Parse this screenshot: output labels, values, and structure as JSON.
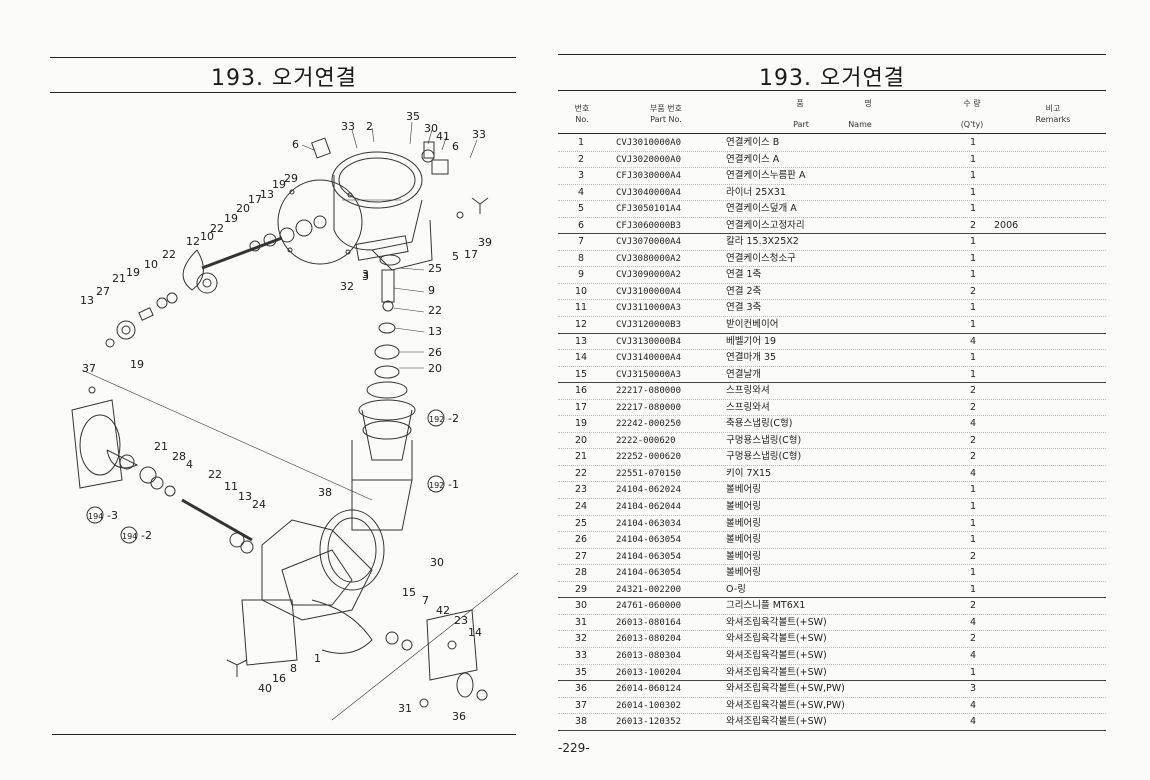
{
  "left_page": {
    "title": "193. 오거연결",
    "callouts": [
      "33",
      "2",
      "35",
      "30",
      "41",
      "33",
      "6",
      "6",
      "13",
      "19",
      "29",
      "17",
      "20",
      "19",
      "22",
      "10",
      "12",
      "22",
      "10",
      "21",
      "19",
      "27",
      "13",
      "19",
      "37",
      "21",
      "28",
      "4",
      "22",
      "11",
      "13",
      "24",
      "38",
      "3",
      "25",
      "9",
      "22",
      "13",
      "26",
      "20",
      "5",
      "17",
      "39",
      "32",
      "3",
      "30",
      "15",
      "7",
      "42",
      "23",
      "14",
      "1",
      "8",
      "16",
      "40",
      "31",
      "36"
    ],
    "ref_labels": [
      {
        "circle": "192",
        "suffix": "-2"
      },
      {
        "circle": "192",
        "suffix": "-1"
      },
      {
        "circle": "194",
        "suffix": "-3"
      },
      {
        "circle": "194",
        "suffix": "-2"
      }
    ]
  },
  "right_page": {
    "title": "193. 오거연결",
    "headers": {
      "no_ko": "번호",
      "no_en": "No.",
      "pn_ko": "부품 번호",
      "pn_en": "Part  No.",
      "part_ko": "품",
      "name_ko": "명",
      "part_en": "Part",
      "name_en": "Name",
      "qty_ko": "수 량",
      "qty_en": "(Q'ty)",
      "remarks_ko": "비고",
      "remarks_en": "Remarks"
    },
    "rows": [
      {
        "no": "1",
        "pn": "CVJ3010000A0",
        "name": "연결케이스 B",
        "qty": "1",
        "remarks": ""
      },
      {
        "no": "2",
        "pn": "CVJ3020000A0",
        "name": "연결케이스 A",
        "qty": "1",
        "remarks": ""
      },
      {
        "no": "3",
        "pn": "CFJ3030000A4",
        "name": "연결케이스누름판 A",
        "qty": "1",
        "remarks": ""
      },
      {
        "no": "4",
        "pn": "CVJ3040000A4",
        "name": "라이너 25X31",
        "qty": "1",
        "remarks": ""
      },
      {
        "no": "5",
        "pn": "CFJ3050101A4",
        "name": "연결케이스덮개 A",
        "qty": "1",
        "remarks": ""
      },
      {
        "no": "6",
        "pn": "CFJ3060000B3",
        "name": "연결케이스고정자리",
        "qty": "2",
        "remarks": "2006"
      },
      {
        "no": "7",
        "pn": "CVJ3070000A4",
        "name": "칼라 15.3X25X2",
        "qty": "1",
        "remarks": ""
      },
      {
        "no": "8",
        "pn": "CVJ3080000A2",
        "name": "연결케이스청소구",
        "qty": "1",
        "remarks": ""
      },
      {
        "no": "9",
        "pn": "CVJ3090000A2",
        "name": "연결 1축",
        "qty": "1",
        "remarks": ""
      },
      {
        "no": "10",
        "pn": "CVJ3100000A4",
        "name": "연결 2축",
        "qty": "2",
        "remarks": ""
      },
      {
        "no": "11",
        "pn": "CVJ3110000A3",
        "name": "연결 3축",
        "qty": "1",
        "remarks": ""
      },
      {
        "no": "12",
        "pn": "CVJ3120000B3",
        "name": "받이컨베이어",
        "qty": "1",
        "remarks": ""
      },
      {
        "no": "13",
        "pn": "CVJ3130000B4",
        "name": "베벨기어 19",
        "qty": "4",
        "remarks": ""
      },
      {
        "no": "14",
        "pn": "CVJ3140000A4",
        "name": "연결마개 35",
        "qty": "1",
        "remarks": ""
      },
      {
        "no": "15",
        "pn": "CVJ3150000A3",
        "name": "연결날개",
        "qty": "1",
        "remarks": ""
      },
      {
        "no": "16",
        "pn": "22217-080000",
        "name": "스프링와셔",
        "qty": "2",
        "remarks": ""
      },
      {
        "no": "17",
        "pn": "22217-080000",
        "name": "스프링와셔",
        "qty": "2",
        "remarks": ""
      },
      {
        "no": "19",
        "pn": "22242-000250",
        "name": "축용스냅링(C형)",
        "qty": "4",
        "remarks": ""
      },
      {
        "no": "20",
        "pn": " 2222-000620",
        "name": "구멍용스냅링(C형)",
        "qty": "2",
        "remarks": ""
      },
      {
        "no": "21",
        "pn": "22252-000620",
        "name": "구멍용스냅링(C형)",
        "qty": "2",
        "remarks": ""
      },
      {
        "no": "22",
        "pn": "22551-070150",
        "name": "키이 7X15",
        "qty": "4",
        "remarks": ""
      },
      {
        "no": "23",
        "pn": "24104-062024",
        "name": "볼베어링",
        "qty": "1",
        "remarks": ""
      },
      {
        "no": "24",
        "pn": "24104-062044",
        "name": "볼베어링",
        "qty": "1",
        "remarks": ""
      },
      {
        "no": "25",
        "pn": "24104-063034",
        "name": "볼베어링",
        "qty": "1",
        "remarks": ""
      },
      {
        "no": "26",
        "pn": "24104-063054",
        "name": "볼베어링",
        "qty": "1",
        "remarks": ""
      },
      {
        "no": "27",
        "pn": "24104-063054",
        "name": "볼베어링",
        "qty": "2",
        "remarks": ""
      },
      {
        "no": "28",
        "pn": "24104-063054",
        "name": "볼베어링",
        "qty": "1",
        "remarks": ""
      },
      {
        "no": "29",
        "pn": "24321-002200",
        "name": "O-링",
        "qty": "1",
        "remarks": ""
      },
      {
        "no": "30",
        "pn": "24761-060000",
        "name": "그리스니플 MT6X1",
        "qty": "2",
        "remarks": ""
      },
      {
        "no": "31",
        "pn": "26013-080164",
        "name": "와셔조립육각볼트(+SW)",
        "qty": "4",
        "remarks": ""
      },
      {
        "no": "32",
        "pn": "26013-080204",
        "name": "와셔조립육각볼트(+SW)",
        "qty": "2",
        "remarks": ""
      },
      {
        "no": "33",
        "pn": "26013-080304",
        "name": "와셔조립육각볼트(+SW)",
        "qty": "4",
        "remarks": ""
      },
      {
        "no": "35",
        "pn": "26013-100204",
        "name": "와셔조립육각볼트(+SW)",
        "qty": "1",
        "remarks": ""
      },
      {
        "no": "36",
        "pn": "26014-060124",
        "name": "와셔조립육각볼트(+SW,PW)",
        "qty": "3",
        "remarks": ""
      },
      {
        "no": "37",
        "pn": "26014-100302",
        "name": "와셔조립육각볼트(+SW,PW)",
        "qty": "4",
        "remarks": ""
      },
      {
        "no": "38",
        "pn": "26013-120352",
        "name": "와셔조립육각볼트(+SW)",
        "qty": "4",
        "remarks": ""
      }
    ],
    "page_number": "-229-"
  }
}
